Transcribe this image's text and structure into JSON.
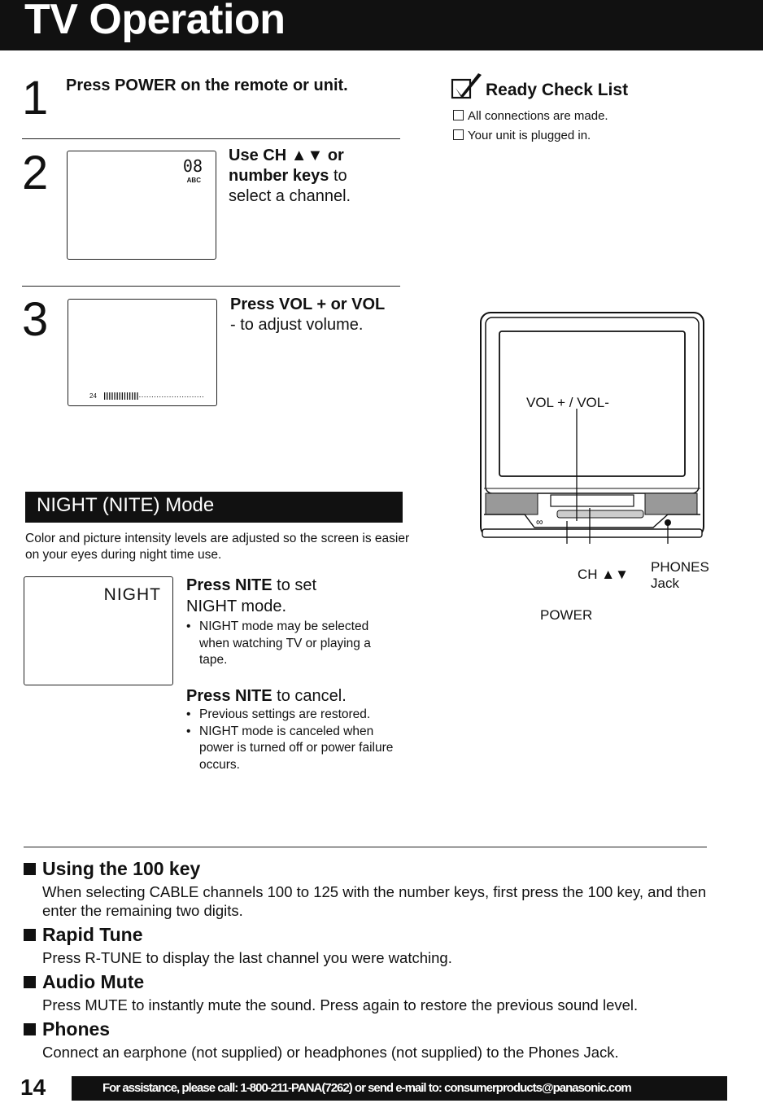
{
  "header": {
    "title": "TV Operation"
  },
  "steps": [
    {
      "number": "1",
      "title": "Press POWER on the remote or unit."
    },
    {
      "number": "2",
      "title_line1": "Use CH ▲▼ or",
      "title_line2": "number keys",
      "title_line2_rest": " to",
      "text": "select a channel.",
      "screen_channel": "08",
      "screen_sub": "ABC"
    },
    {
      "number": "3",
      "title": "Press VOL + or VOL",
      "text": "- to adjust volume.",
      "screen_volume_value": "24",
      "volume_level": 0.35
    }
  ],
  "ready_check": {
    "title": "Ready Check List",
    "items": [
      "All connections are made.",
      "Your unit is plugged in."
    ]
  },
  "tv_diagram": {
    "labels": {
      "vol": "VOL + / VOL-",
      "ch": "CH ▲▼",
      "phones": "PHONES",
      "jack": "Jack",
      "power": "POWER"
    }
  },
  "night_mode": {
    "title": "NIGHT (NITE) Mode",
    "intro": "Color and picture intensity levels are adjusted so the screen is easier on your eyes during night time use.",
    "screen_text": "NIGHT",
    "set_bold": "Press NITE",
    "set_rest": " to set",
    "set_line2": "NIGHT mode.",
    "set_notes": [
      "NIGHT mode may be selected when watching TV or playing a tape."
    ],
    "cancel_bold": "Press NITE",
    "cancel_rest": " to cancel.",
    "cancel_notes": [
      "Previous settings are restored.",
      "NIGHT mode is canceled when power is turned off or power failure occurs."
    ]
  },
  "sections": [
    {
      "title": "Using the 100 key",
      "body": "When selecting CABLE channels 100 to 125 with the number keys, first press the 100 key, and then enter the remaining two digits."
    },
    {
      "title": "Rapid Tune",
      "body": "Press R-TUNE to display the last channel you were watching."
    },
    {
      "title": "Audio Mute",
      "body": "Press MUTE to instantly mute the sound. Press again to restore the previous sound level."
    },
    {
      "title": "Phones",
      "body": "Connect an earphone (not supplied) or headphones (not supplied) to the Phones Jack."
    }
  ],
  "footer": {
    "page_number": "14",
    "text": "For assistance, please call: 1-800-211-PANA(7262) or send e-mail to: consumerproducts@panasonic.com"
  }
}
